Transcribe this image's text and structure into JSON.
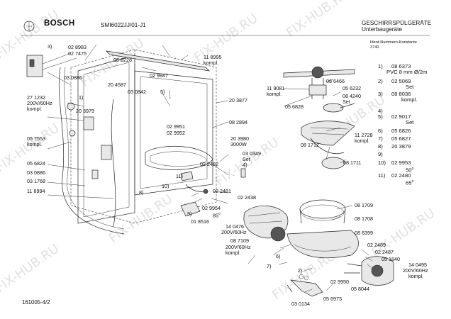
{
  "header": {
    "brand": "BOSCH",
    "model": "SMI6022JJ/01-J1",
    "category": "GESCHIRRSPÜLGERÄTE",
    "subcategory": "Unterbaugeräte",
    "ident_label": "Ident-Nummern-Konstante",
    "ident_value": "3740"
  },
  "footer": {
    "doc_number": "161005-4/2"
  },
  "watermark": {
    "text": "FIX-HUB.RU"
  },
  "callouts": {
    "c_3": "3)",
    "c_02_8983": "02 8983",
    "c_02_7475": "02 7475",
    "c_05_6228": "05 6228",
    "c_11_8995": "11 8995",
    "c_kompl_a": "kompl.",
    "c_03_0886_top": "03 0886",
    "c_02_9947": "02 9947",
    "c_20_4587": "20 4587",
    "c_03_0842": "03 0842",
    "c_5": "5)",
    "c_27_1232": "27 1232",
    "c_200v_a": "200V/60Hz",
    "c_kompl_b": "kompl.",
    "c_1": "1)",
    "c_20_3979": "20 3979",
    "c_20_3877": "20 3877",
    "c_08_2894": "08 2894",
    "c_02_9951": "02 9951",
    "c_02_9952": "02 9952",
    "c_05_7553": "05 7553",
    "c_kompl_c": "kompl.",
    "c_20_3980": "20 3980",
    "c_3000w": "3000W",
    "c_03_0349": "03 0349",
    "c_set_a": "Set",
    "c_4": "4)",
    "c_05_6824": "05 6824",
    "c_03_0886_low": "03 0886",
    "c_03_1768": "03 1768",
    "c_11_8994": "11 8994",
    "c_02_2482": "02 2482",
    "c_11": "11)",
    "c_10": "10)",
    "c_02_2481": "02 2481",
    "c_8": "8)",
    "c_02_2438": "02 2438",
    "c_02_9954": "02 9954",
    "c_85o": "85",
    "c_85o_sup": "o",
    "c_9": "9)",
    "c_01_8516": "01 8516",
    "c_14_0476": "14 0476",
    "c_200v_b": "200V/60Hz",
    "c_08_7109": "08 7109",
    "c_200v_c": "200V/60Hz",
    "c_kompl_d": "kompl.",
    "c_6": "6)",
    "c_7": "7)",
    "c_2": "2)",
    "c_08_1709": "08 1709",
    "c_08_1708": "08 1708",
    "c_08_6399": "08 6399",
    "c_02_2489": "02 2489",
    "c_02_2487": "02 2487",
    "c_05_1840": "05 1840",
    "c_14_0495": "14 0495",
    "c_200v_d": "200V/60Hz",
    "c_kompl_e": "kompl.",
    "c_02_9950": "02 9950",
    "c_05_8044": "05 8044",
    "c_03_0134": "03 0134",
    "c_05_6973": "05 6973",
    "c_08_6466": "08 6466",
    "c_11_9081": "11 9081",
    "c_kompl_f": "kompl.",
    "c_05_6232": "05 6232",
    "c_08_4240": "08 4240",
    "c_set_b": "Set",
    "c_05_6828": "05 6828",
    "c_08_1712": "08 1712",
    "c_11_2728": "11 2728",
    "c_kompl_g": "kompl.",
    "c_08_1711": "08 1711"
  },
  "legend": {
    "l1_num": "1)",
    "l1_part": "08 6373",
    "l1_desc": "PVC 8 mm Ø/2m",
    "l2_num": "2)",
    "l2_part": "02 5069",
    "l2_desc": "Set",
    "l3_num": "3)",
    "l3_part": "08 8036",
    "l3_desc": "kompl.",
    "l4_num": "4)",
    "l4_part": "",
    "l5_num": "5)",
    "l5_part": "02 9017",
    "l5_desc": "Set",
    "l6_num": "6)",
    "l6_part": "05 6826",
    "l7_num": "7)",
    "l7_part": "05 6827",
    "l8_num": "8)",
    "l8_part": "20 3879",
    "l9_num": "9)",
    "l9_part": "",
    "l10_num": "10)",
    "l10_part": "02 9953",
    "l10_desc": "50",
    "l10_sup": "o",
    "l11_num": "11)",
    "l11_part": "02 2480",
    "l11_desc": "65",
    "l11_sup": "o"
  }
}
